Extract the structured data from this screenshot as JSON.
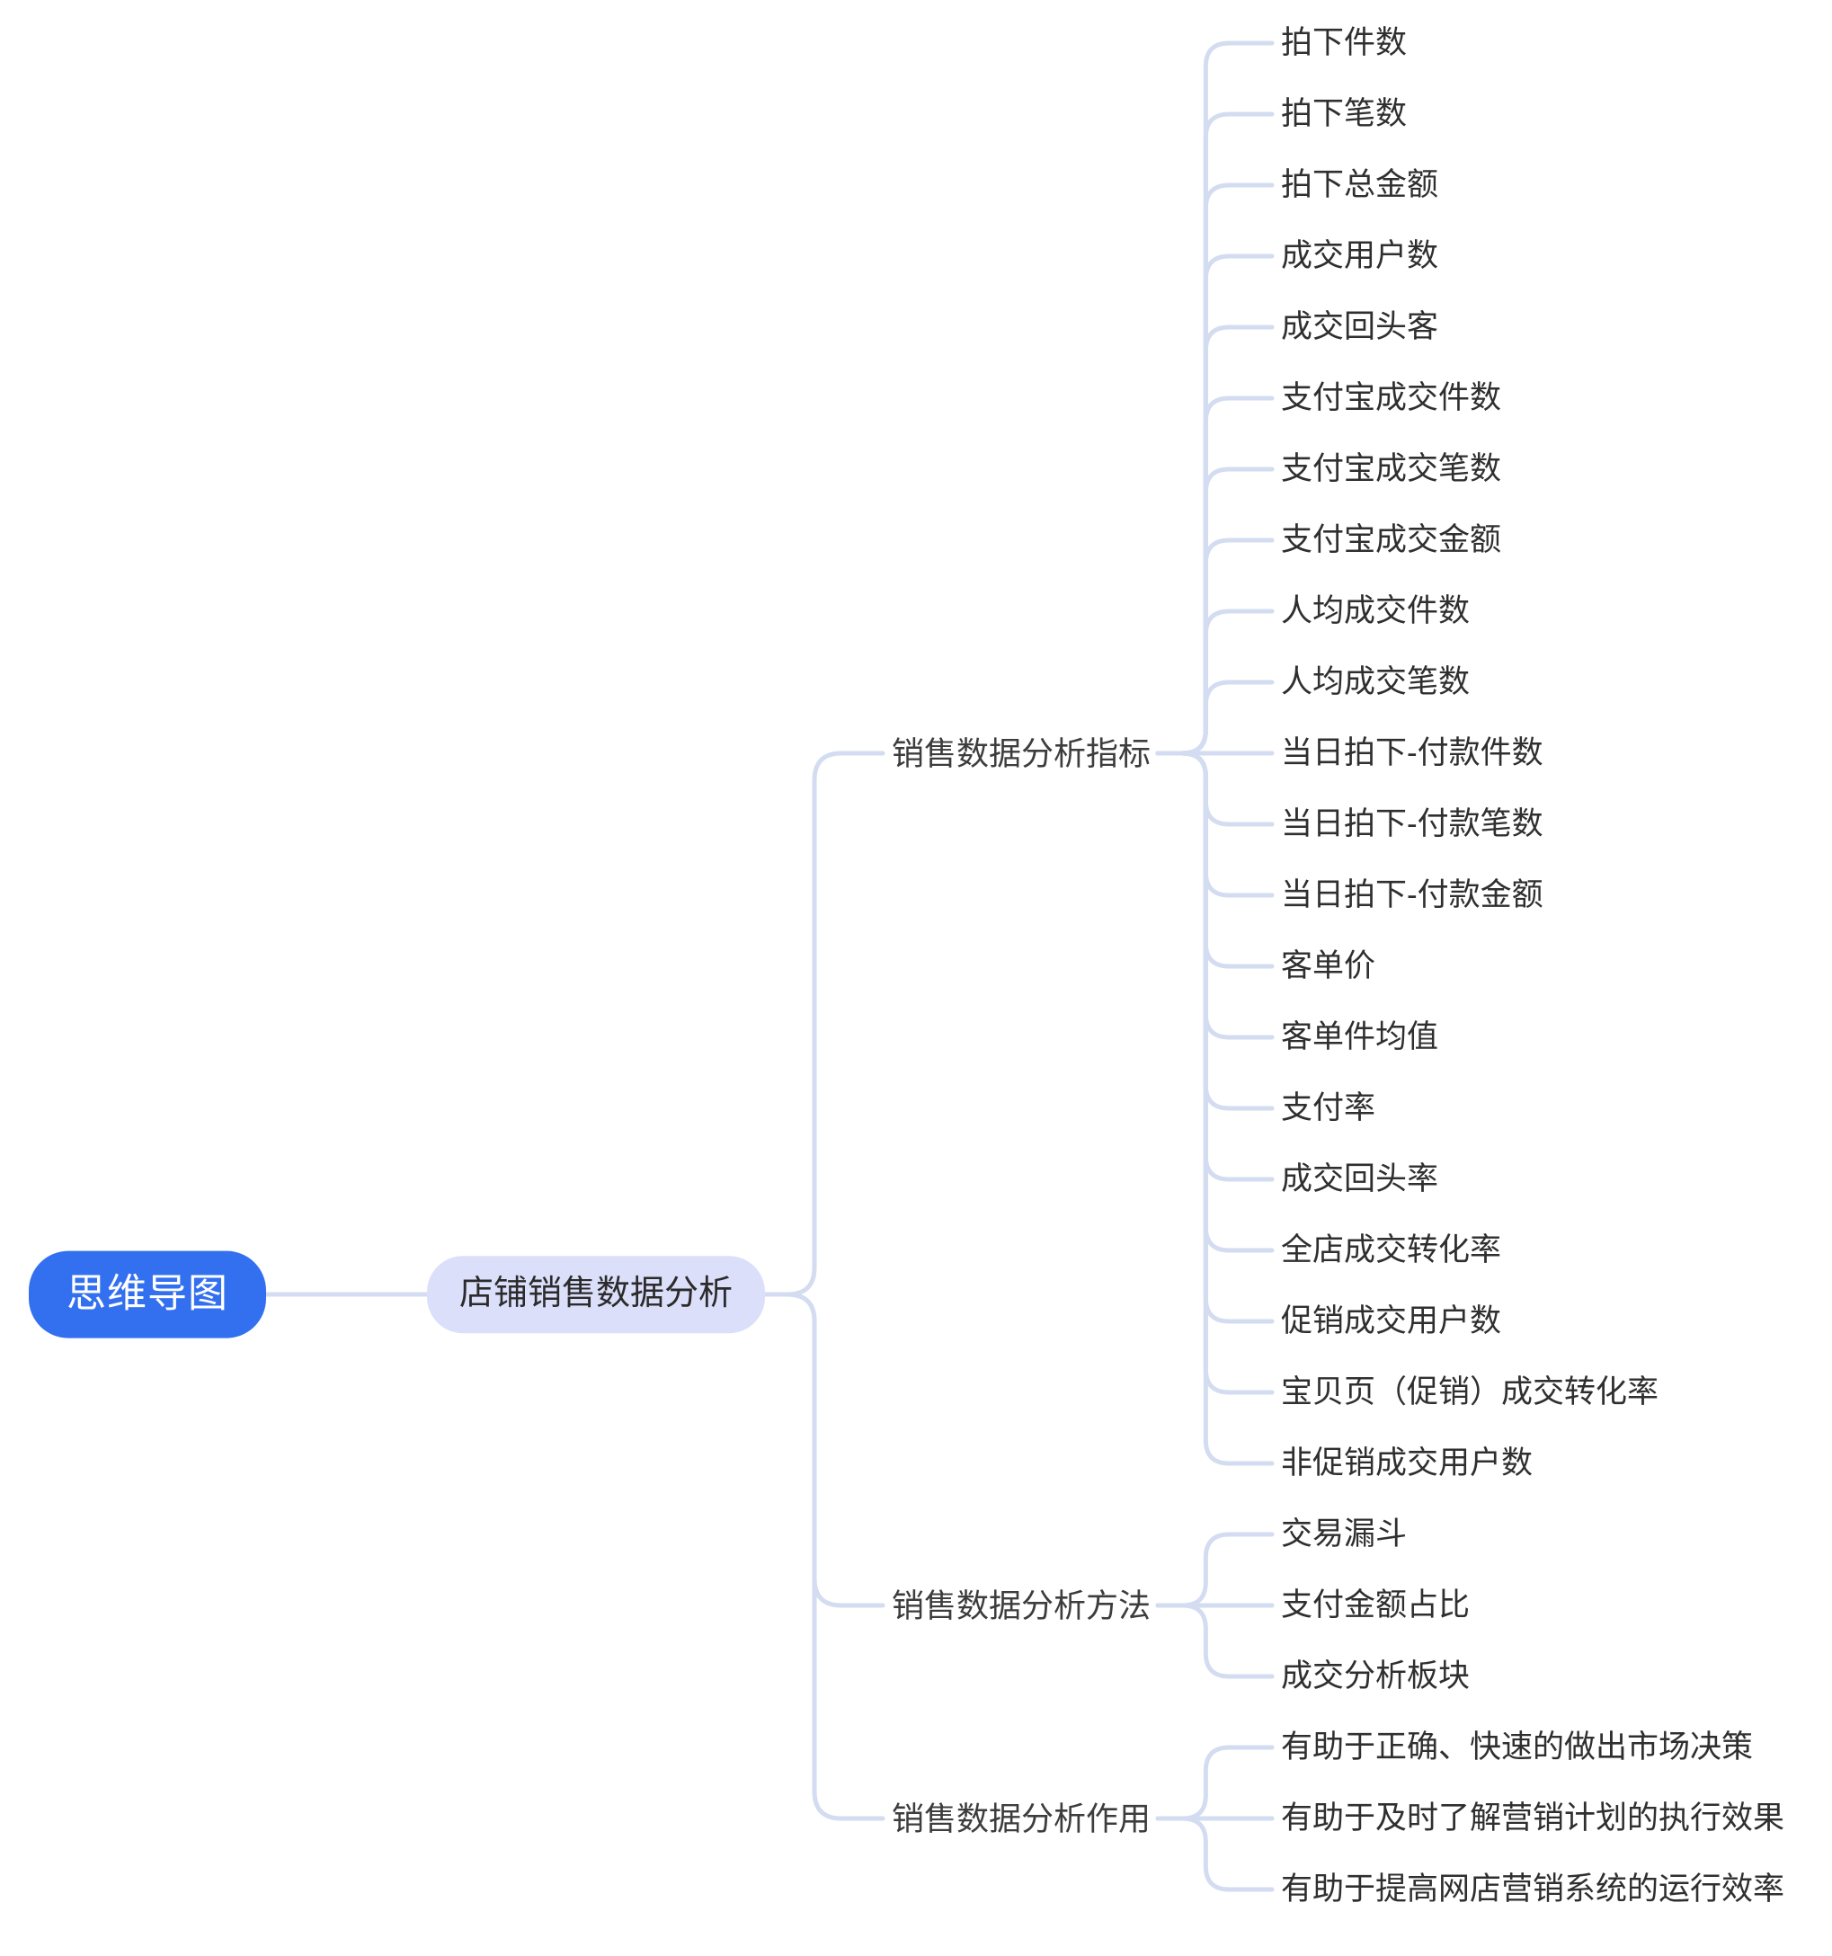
{
  "diagram": {
    "type": "mindmap",
    "title": "思维导图",
    "colors": {
      "root_background": "#3370f0",
      "root_text": "#ffffff",
      "branch_background": "#dcdffa",
      "branch_text": "#2b2b2b",
      "connector": "#d3dcf0",
      "leaf_text": "#2f2f2f",
      "canvas": "#ffffff"
    },
    "root": {
      "label": "思维导图",
      "children": [
        {
          "label": "店铺销售数据分析",
          "children": [
            {
              "label": "销售数据分析指标",
              "children": [
                {
                  "label": "拍下件数"
                },
                {
                  "label": "拍下笔数"
                },
                {
                  "label": "拍下总金额"
                },
                {
                  "label": "成交用户数"
                },
                {
                  "label": "成交回头客"
                },
                {
                  "label": "支付宝成交件数"
                },
                {
                  "label": "支付宝成交笔数"
                },
                {
                  "label": "支付宝成交金额"
                },
                {
                  "label": "人均成交件数"
                },
                {
                  "label": "人均成交笔数"
                },
                {
                  "label": "当日拍下-付款件数"
                },
                {
                  "label": "当日拍下-付款笔数"
                },
                {
                  "label": "当日拍下-付款金额"
                },
                {
                  "label": "客单价"
                },
                {
                  "label": "客单件均值"
                },
                {
                  "label": "支付率"
                },
                {
                  "label": "成交回头率"
                },
                {
                  "label": "全店成交转化率"
                },
                {
                  "label": "促销成交用户数"
                },
                {
                  "label": "宝贝页（促销）成交转化率"
                },
                {
                  "label": "非促销成交用户数"
                }
              ]
            },
            {
              "label": "销售数据分析方法",
              "children": [
                {
                  "label": "交易漏斗"
                },
                {
                  "label": "支付金额占比"
                },
                {
                  "label": "成交分析板块"
                }
              ]
            },
            {
              "label": "销售数据分析作用",
              "children": [
                {
                  "label": "有助于正确、快速的做出市场决策"
                },
                {
                  "label": "有助于及时了解营销计划的执行效果"
                },
                {
                  "label": "有助于提高网店营销系统的运行效率"
                }
              ]
            }
          ]
        }
      ]
    }
  }
}
